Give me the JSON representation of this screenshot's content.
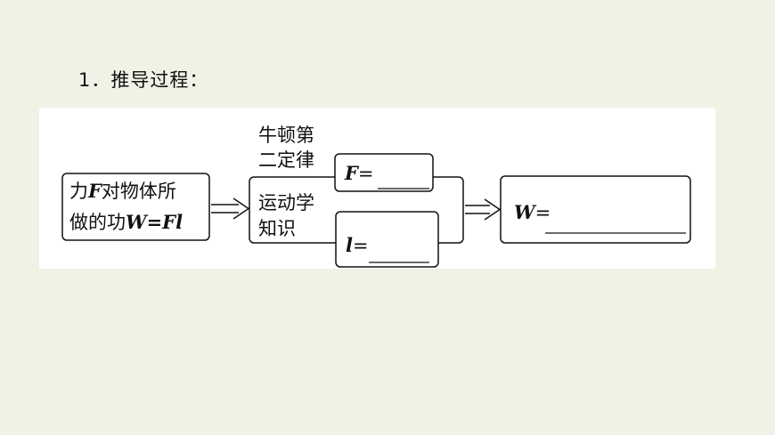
{
  "heading": "1．推导过程：",
  "boxes": {
    "start": {
      "line1_a": "力",
      "line1_sym": "F",
      "line1_b": "对物体所",
      "line2_a": "做的功",
      "line2_sym": "W=Fl"
    },
    "newton": {
      "line1": "牛顿第",
      "line2": "二定律"
    },
    "force": {
      "sym": "F",
      "eq": "="
    },
    "kinematics": {
      "line1": "运动学",
      "line2": "知识"
    },
    "length": {
      "sym": "l",
      "eq": "="
    },
    "work": {
      "sym": "W",
      "eq": "="
    }
  }
}
